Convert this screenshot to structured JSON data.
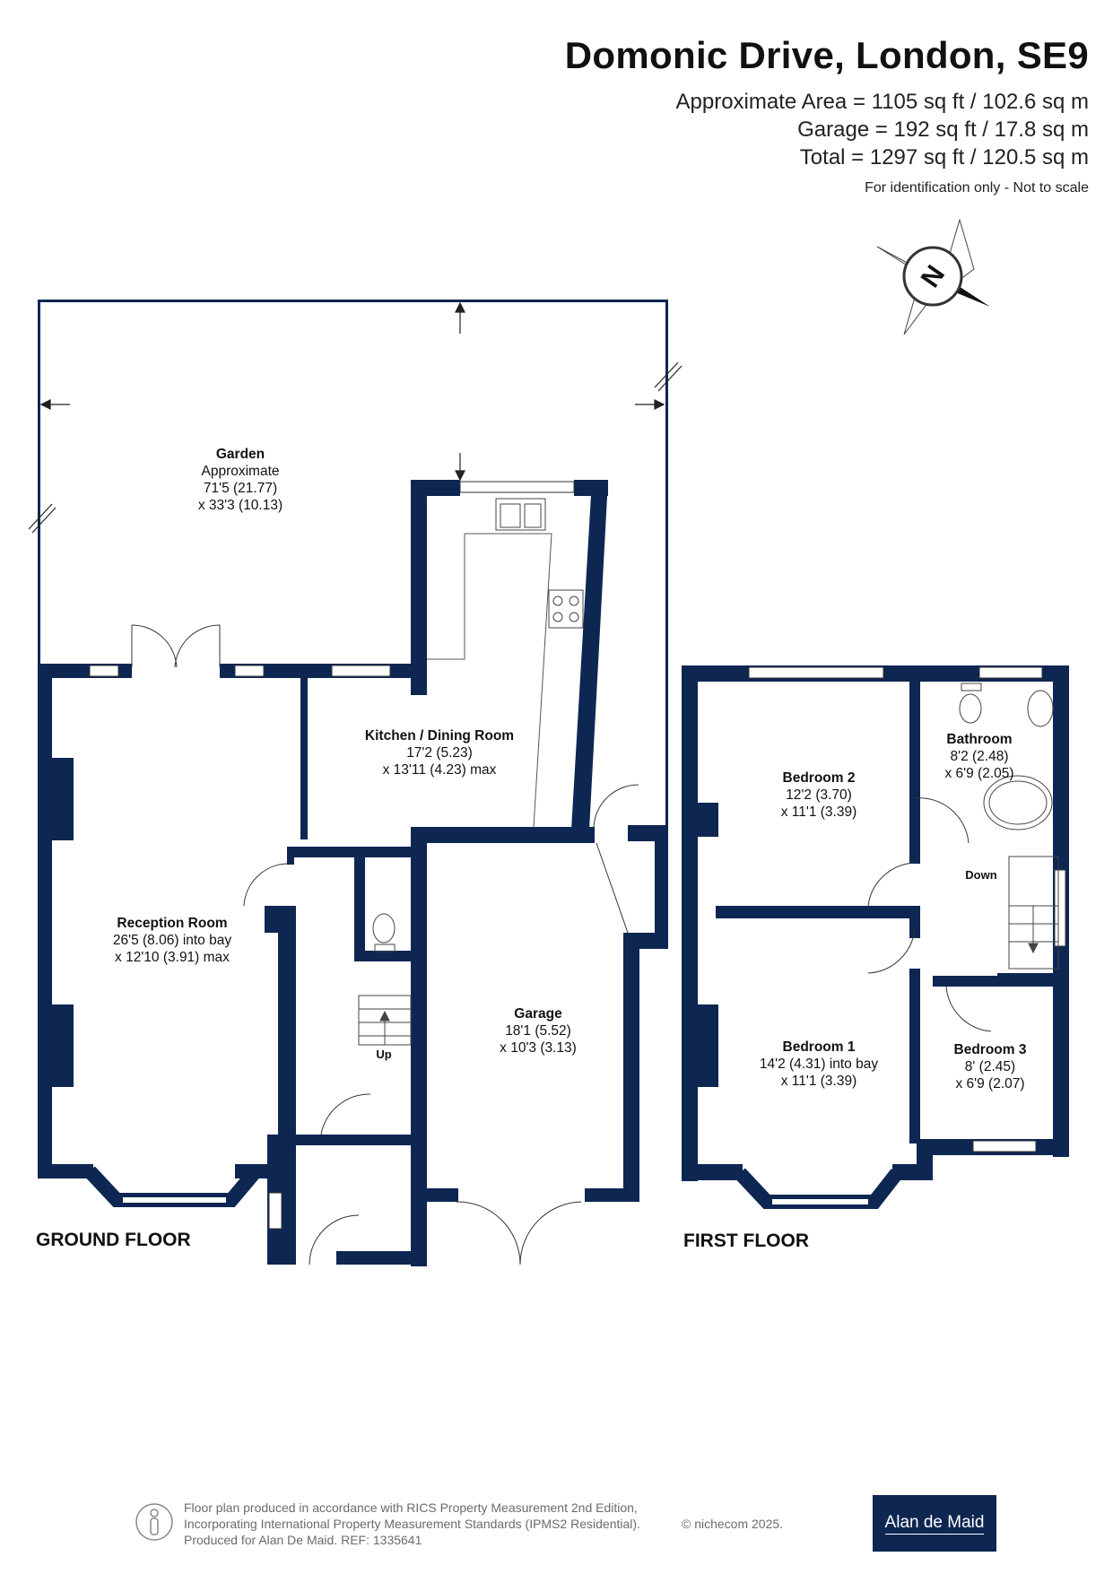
{
  "header": {
    "title": "Domonic Drive, London, SE9",
    "area_lines": [
      "Approximate Area = 1105 sq ft / 102.6 sq m",
      "Garage = 192 sq ft / 17.8 sq m",
      "Total = 1297 sq ft / 120.5 sq m"
    ],
    "note": "For identification only - Not to scale"
  },
  "compass": {
    "letter": "N"
  },
  "rooms": {
    "garden": {
      "name": "Garden",
      "lines": [
        "Approximate",
        "71'5 (21.77)",
        "x 33'3 (10.13)"
      ]
    },
    "kitchen": {
      "name": "Kitchen / Dining Room",
      "lines": [
        "17'2 (5.23)",
        "x 13'11 (4.23) max"
      ]
    },
    "reception": {
      "name": "Reception Room",
      "lines": [
        "26'5 (8.06) into bay",
        "x 12'10 (3.91) max"
      ]
    },
    "garage": {
      "name": "Garage",
      "lines": [
        "18'1 (5.52)",
        "x 10'3 (3.13)"
      ]
    },
    "bedroom2": {
      "name": "Bedroom 2",
      "lines": [
        "12'2 (3.70)",
        "x 11'1 (3.39)"
      ]
    },
    "bathroom": {
      "name": "Bathroom",
      "lines": [
        "8'2 (2.48)",
        "x 6'9 (2.05)"
      ]
    },
    "bedroom1": {
      "name": "Bedroom 1",
      "lines": [
        "14'2 (4.31) into bay",
        "x 11'1 (3.39)"
      ]
    },
    "bedroom3": {
      "name": "Bedroom 3",
      "lines": [
        "8' (2.45)",
        "x 6'9 (2.07)"
      ]
    }
  },
  "stairs": {
    "up": "Up",
    "down": "Down"
  },
  "floors": {
    "ground": "GROUND FLOOR",
    "first": "FIRST FLOOR"
  },
  "footer": {
    "lines": [
      "Floor plan produced in accordance with RICS Property Measurement 2nd Edition,",
      "Incorporating International Property Measurement Standards (IPMS2 Residential).",
      "Produced for Alan De Maid.   REF: 1335641"
    ],
    "copyright": "© nichecom 2025.",
    "brand": "Alan de Maid"
  },
  "colors": {
    "wall": "#0e2652",
    "background": "#ffffff",
    "text": "#1a1a1a"
  }
}
